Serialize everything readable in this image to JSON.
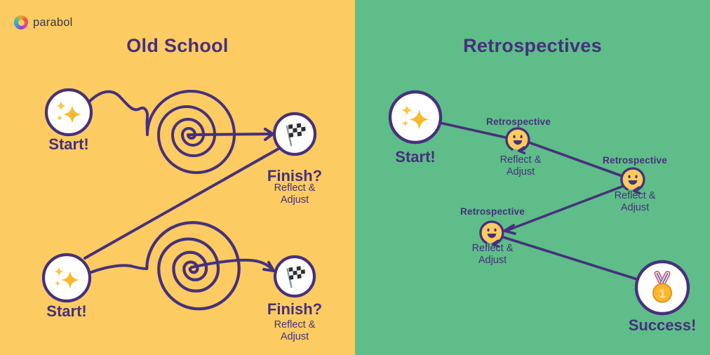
{
  "brand": {
    "name": "parabol"
  },
  "colors": {
    "left_bg": "#FCCB62",
    "right_bg": "#5EBD89",
    "ink_purple": "#46307B",
    "node_fill": "#FFFFFF",
    "sparkle_gold": "#F7BA2B",
    "smiley_gold": "#FBCB5E"
  },
  "icons": {
    "logo": "parabol-swirl-logo",
    "start": "sparkles",
    "finish": "checkered-flag",
    "retrospective": "smiley-with-loop-arrow",
    "success": "first-place-medal",
    "medal_number": "1"
  },
  "left": {
    "title": "Old School",
    "start_top": {
      "label": "Start!"
    },
    "finish_top": {
      "label": "Finish?",
      "sub1": "Reflect &",
      "sub2": "Adjust"
    },
    "start_bottom": {
      "label": "Start!"
    },
    "finish_bottom": {
      "label": "Finish?",
      "sub1": "Reflect &",
      "sub2": "Adjust"
    }
  },
  "right": {
    "title": "Retrospectives",
    "start": {
      "label": "Start!"
    },
    "retro1": {
      "title": "Retrospective",
      "sub1": "Reflect &",
      "sub2": "Adjust"
    },
    "retro2": {
      "title": "Retrospective",
      "sub1": "Reflect &",
      "sub2": "Adjust"
    },
    "retro3": {
      "title": "Retrospective",
      "sub1": "Reflect &",
      "sub2": "Adjust"
    },
    "success": {
      "label": "Success!"
    }
  }
}
